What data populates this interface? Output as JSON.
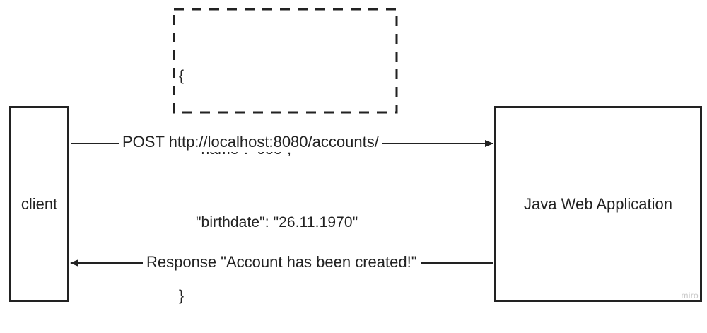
{
  "json_payload": {
    "lines": [
      "{",
      "\"name\": \"Joe\",",
      "\"birthdate\": \"26.11.1970\"",
      "}"
    ]
  },
  "nodes": {
    "client": "client",
    "server": "Java Web Application"
  },
  "edges": {
    "request": "POST http://localhost:8080/accounts/",
    "response": "Response \"Account has been created!\""
  },
  "watermark": "miro",
  "colors": {
    "stroke": "#222222",
    "background": "#ffffff",
    "watermark": "#c8c8c8"
  }
}
